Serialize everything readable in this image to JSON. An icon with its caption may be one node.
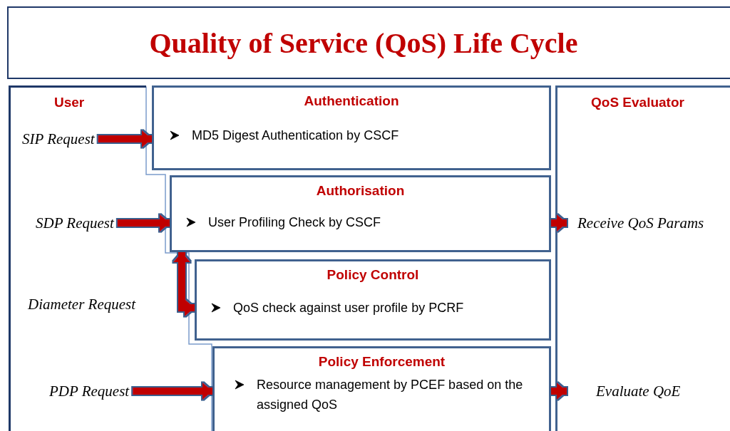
{
  "diagram": {
    "title": "Quality of Service (QoS) Life Cycle",
    "nodes": [
      {
        "text": [
          "User"
        ]
      },
      {
        "text": [
          "SIP Request"
        ],
        "in": 0
      },
      {
        "text": [
          "SDP Request"
        ],
        "in": 0
      },
      {
        "text": [
          "Diameter Request"
        ],
        "in": 0
      },
      {
        "text": [
          "PDP Request"
        ],
        "in": 0
      },
      {
        "text": [
          "Authentication",
          "MD5 Digest Authentication by CSCF"
        ]
      },
      {
        "text": [
          "Authorisation",
          "User Profiling Check by CSCF"
        ]
      },
      {
        "text": [
          "Policy Control",
          "QoS check against user profile by PCRF"
        ]
      },
      {
        "text": [
          "Policy Enforcement",
          "Resource management by PCEF based on the assigned QoS"
        ]
      },
      {
        "text": [
          "QoS Evaluator"
        ]
      },
      {
        "text": [
          "Receive QoS Params"
        ],
        "in": 9
      },
      {
        "text": [
          "Evaluate QoE"
        ],
        "in": 9
      }
    ],
    "edges": [
      {
        "from": 1,
        "to": 5,
        "arrow": "to"
      },
      {
        "from": 2,
        "to": 6,
        "arrow": "to"
      },
      {
        "from": 6,
        "to": 7,
        "arrow": "both"
      },
      {
        "from": 4,
        "to": 8,
        "arrow": "to"
      },
      {
        "from": 6,
        "to": 10,
        "arrow": "to"
      },
      {
        "from": 8,
        "to": 11,
        "arrow": "to"
      }
    ]
  }
}
